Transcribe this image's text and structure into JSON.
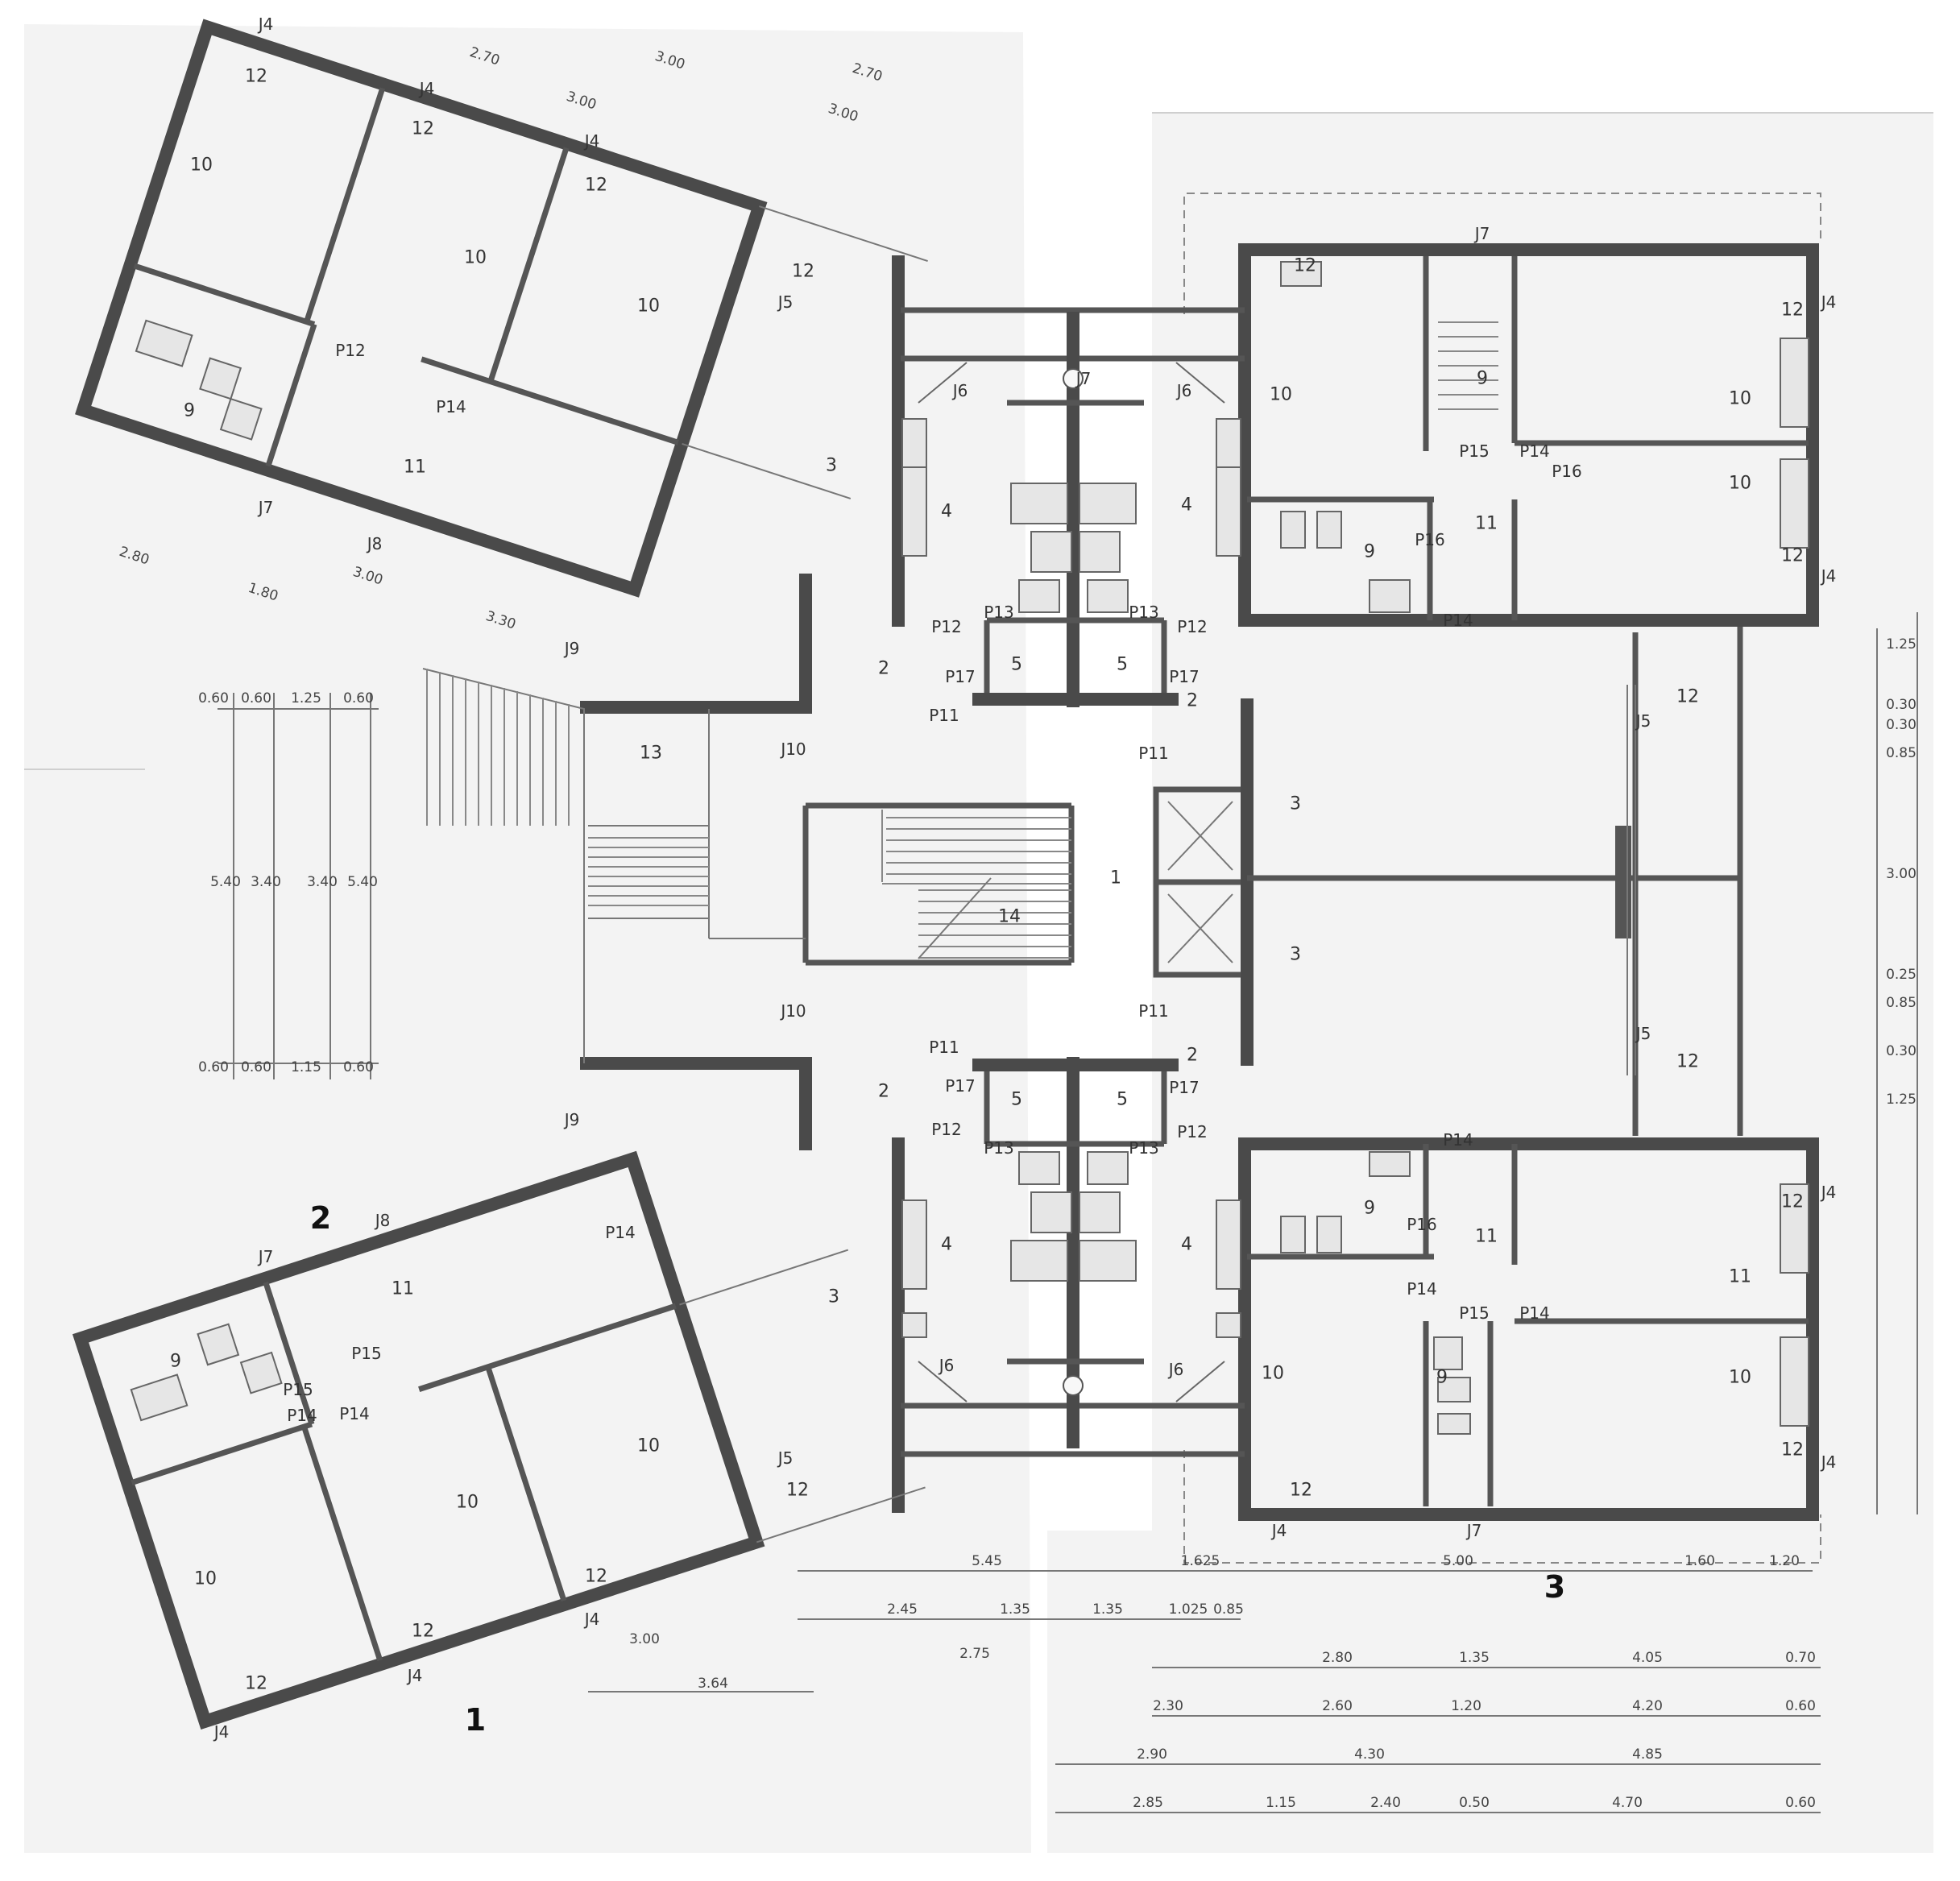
{
  "section_markers": [
    "1",
    "2",
    "3"
  ],
  "room_labels": {
    "one": "1",
    "two": "2",
    "three": "3",
    "four": "4",
    "five": "5",
    "nine": "9",
    "ten": "10",
    "eleven": "11",
    "twelve": "12",
    "thirteen": "13",
    "fourteen": "14"
  },
  "joinery_labels": {
    "j4": "J4",
    "j5": "J5",
    "j6": "J6",
    "j7": "J7",
    "j8": "J8",
    "j9": "J9",
    "j10": "J10",
    "p11": "P11",
    "p12": "P12",
    "p13": "P13",
    "p14": "P14",
    "p15": "P15",
    "p16": "P16",
    "p17": "P17"
  },
  "dims_bottom_left": {
    "top_total": "5.45",
    "segments": [
      "2.45",
      "1.35",
      "1.35",
      "1.025",
      "0.85"
    ],
    "sub": "2.75",
    "left_pair": [
      "3.00",
      "3.64"
    ]
  },
  "dims_bottom_right": {
    "top_row": [
      "1.625",
      "5.00",
      "1.60",
      "1.20"
    ],
    "row1": [
      "2.80",
      "1.35",
      "4.05",
      "0.70"
    ],
    "row2": [
      "2.30",
      "2.60",
      "1.20",
      "4.20",
      "0.60"
    ],
    "row3": [
      "2.90",
      "4.30",
      "4.85"
    ],
    "row4": [
      "2.85",
      "1.15",
      "2.40",
      "0.50",
      "4.70",
      "0.60"
    ]
  },
  "dims_left_panel": {
    "top": [
      "0.60",
      "0.60",
      "1.25",
      "0.60"
    ],
    "bottom": [
      "0.60",
      "0.60",
      "1.15",
      "0.60"
    ],
    "vertical": [
      "5.40",
      "3.40",
      "3.40",
      "5.40"
    ]
  },
  "dims_right_edge": [
    "1.25",
    "0.30",
    "0.30",
    "0.85",
    "3.00",
    "0.25",
    "0.85",
    "0.30",
    "1.25"
  ],
  "dims_top_left": [
    "2.70",
    "3.00",
    "2.70",
    "3.00",
    "3.00",
    "2.80",
    "1.80",
    "3.00",
    "3.30"
  ]
}
